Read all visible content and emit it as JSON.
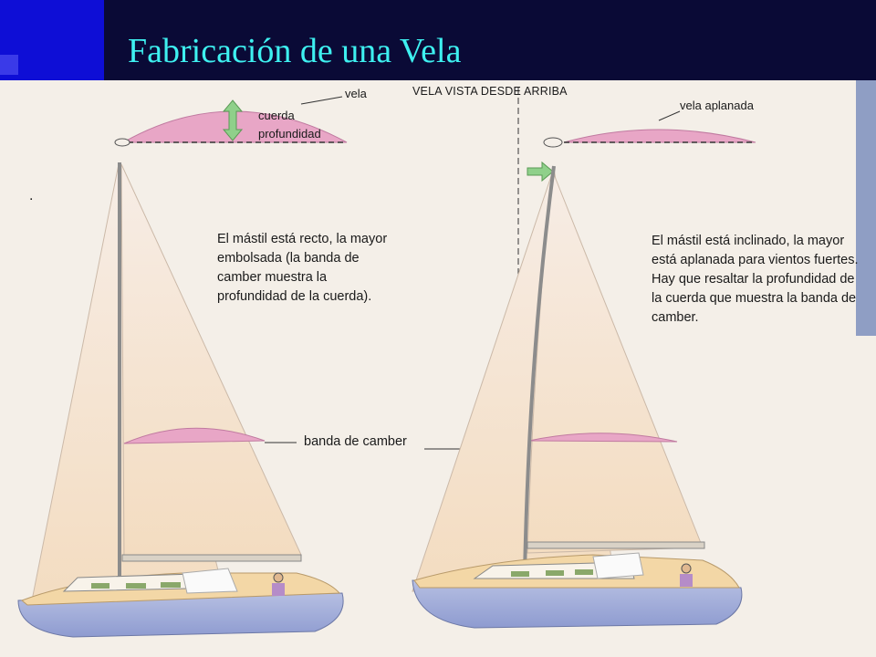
{
  "slide": {
    "title": "Fabricación de una Vela"
  },
  "left": {
    "label_vela": "vela",
    "label_cuerda": "cuerda",
    "label_profundidad": "profundidad",
    "note_lines": [
      "El mástil está recto, la mayor",
      "embolsada (la banda de",
      "camber muestra la",
      "profundidad de la cuerda)."
    ],
    "label_banda": "banda de camber",
    "dot": "."
  },
  "right": {
    "heading": "VELA VISTA DESDE ARRIBA",
    "label_vela_aplanada": "vela aplanada",
    "note_lines": [
      "El mástil está inclinado, la mayor",
      "está aplanada para vientos fuertes.",
      "Hay que resaltar la profundidad de",
      "la cuerda que muestra la banda de",
      "camber."
    ]
  },
  "colors": {
    "header_bg": "#0a0a36",
    "accent_blue": "#0e0ed6",
    "title_cyan": "#3ef0f0",
    "sail_pink": "#e8a6c6",
    "arrow_green": "#8fd08a",
    "hull_blue": "#a9b4da",
    "hull_deck": "#f3d7a6"
  }
}
